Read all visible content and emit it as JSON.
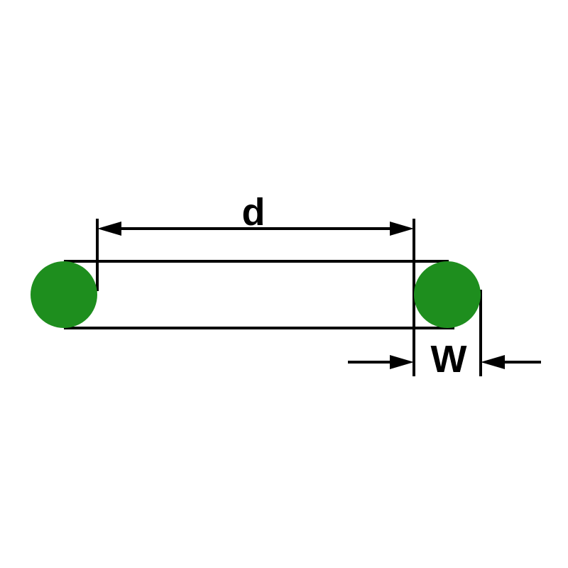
{
  "diagram": {
    "title": "o-ring-dimension-diagram",
    "labels": {
      "inner_diameter": "d",
      "cross_section_width": "W"
    },
    "colors": {
      "ring": "#1e8e1e",
      "line": "#000000",
      "background": "#ffffff",
      "text": "#000000"
    }
  }
}
